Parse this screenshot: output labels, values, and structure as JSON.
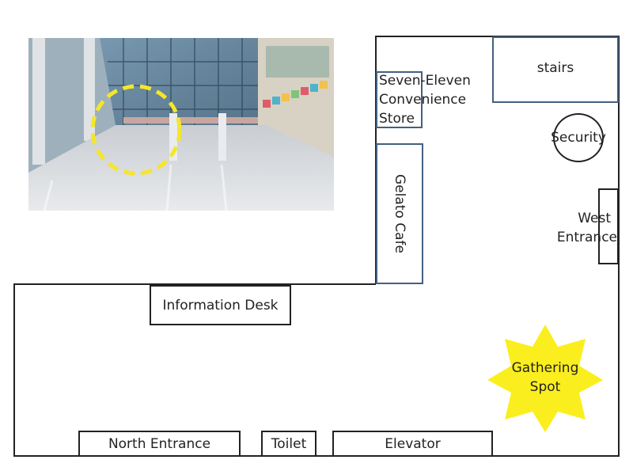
{
  "photo": {
    "alt": "Photo of the atrium with a dashed yellow circle marking a location",
    "marker_color": "#f5e62a"
  },
  "rooms": {
    "seven_eleven": [
      "Seven-Eleven",
      "Convenience",
      "Store"
    ],
    "stairs": "stairs",
    "security": "Security",
    "gelato": "Gelato Cafe",
    "west_entrance": [
      "West",
      "Entrance"
    ],
    "information_desk": "Information Desk",
    "gathering_spot": [
      "Gathering",
      "Spot"
    ],
    "north_entrance": "North Entrance",
    "toilet": "Toilet",
    "elevator": "Elevator"
  },
  "colors": {
    "wall": "#222222",
    "blue_outline": "#44607f",
    "gathering_star": "#fbee1f"
  }
}
